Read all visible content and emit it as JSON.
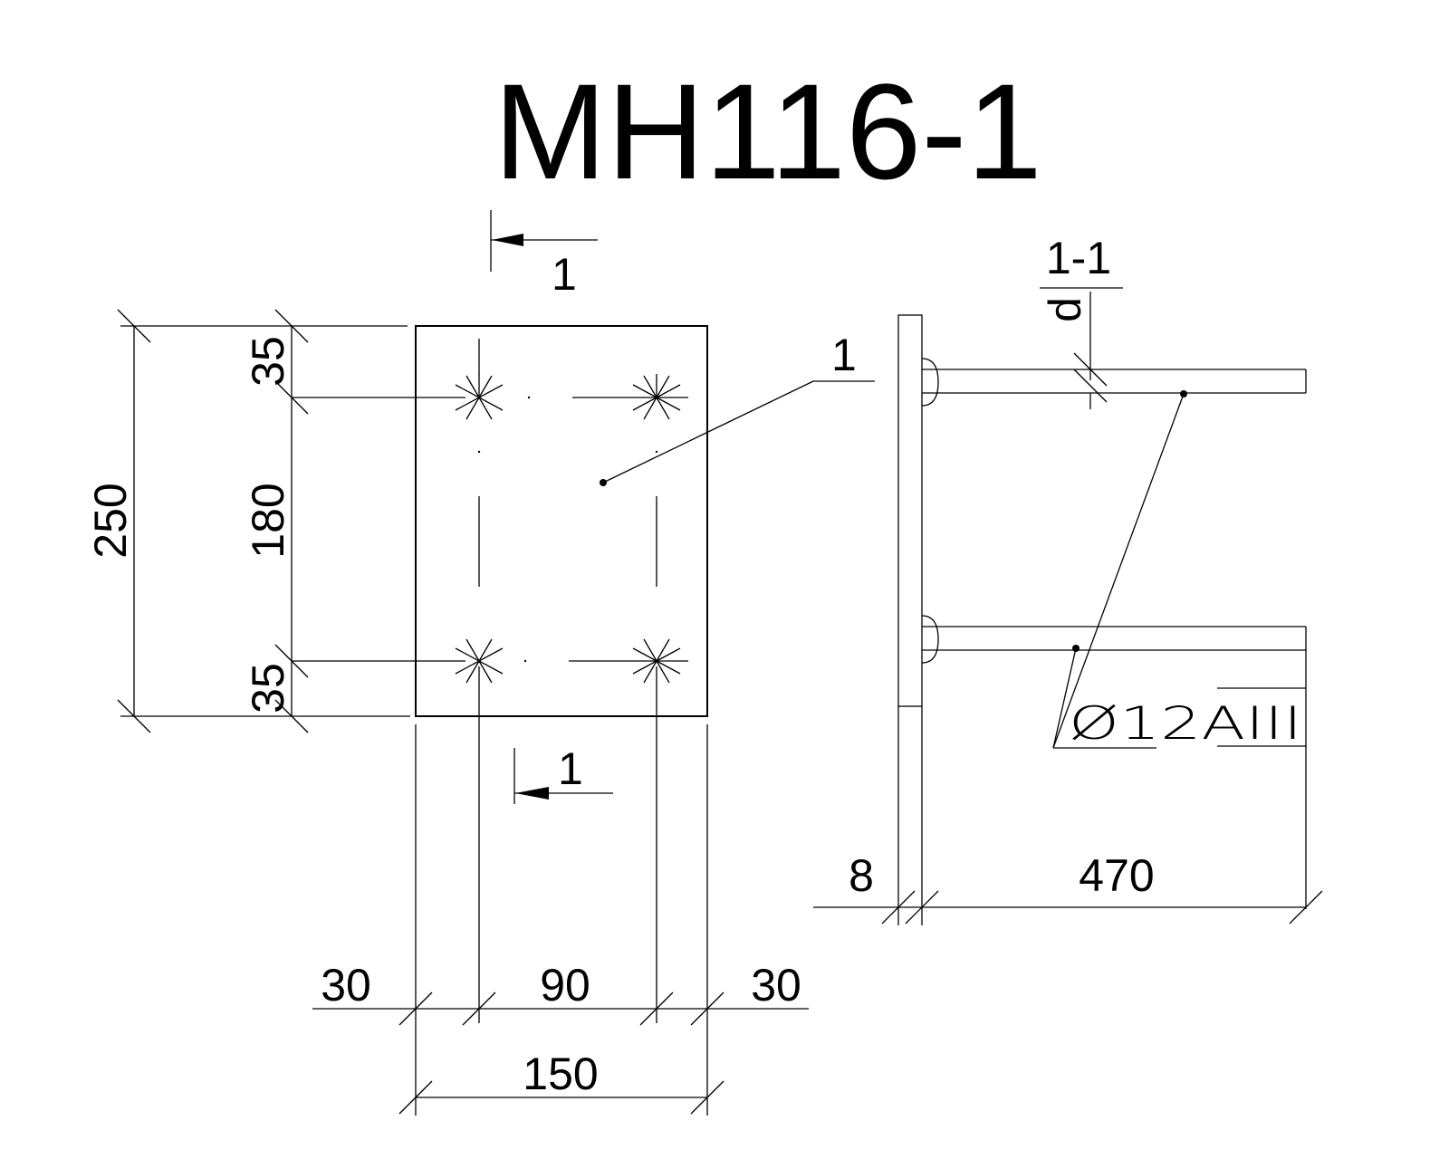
{
  "title": "MH116-1",
  "section": {
    "cut_label": "1",
    "view_label": "1-1",
    "diameter_symbol": "d"
  },
  "callout": {
    "part_number": "1",
    "rebar_spec": "Ø12AIII"
  },
  "dimensions": {
    "plate_height": "250",
    "anchor_spacing_vertical": "180",
    "edge_top": "35",
    "edge_bottom": "35",
    "edge_left": "30",
    "anchor_spacing_horizontal": "90",
    "edge_right": "30",
    "plate_width": "150",
    "plate_thickness": "8",
    "bar_length": "470"
  }
}
